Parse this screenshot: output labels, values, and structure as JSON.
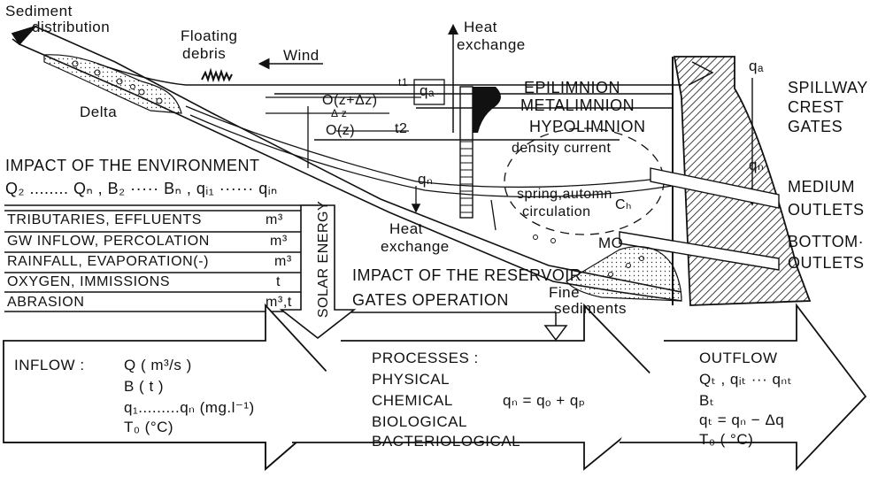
{
  "labels": {
    "sediment_distribution_1": "Sediment",
    "sediment_distribution_2": "distribution",
    "floating_debris_1": "Floating",
    "floating_debris_2": "debris",
    "wind": "Wind",
    "heat_exchange_top_1": "Heat",
    "heat_exchange_top_2": "exchange",
    "delta": "Delta",
    "epilimnion": "EPILIMNION",
    "metalimnion": "METALIMNION",
    "hypolimnion": "HYPOLIMNION",
    "density_current": "density current",
    "spring_circulation_1": "spring,automn",
    "spring_circulation_2": "circulation",
    "ch": "Cₕ",
    "mo": "MO",
    "fine_sediments_1": "Fine",
    "fine_sediments_2": "sediments",
    "heat_exchange_bottom_1": "Heat",
    "heat_exchange_bottom_2": "exchange",
    "t1": "t1",
    "t2": "t2",
    "qa_left": "qₐ",
    "qn_left": "qₙ",
    "oz_dz": "O(z+Δz)",
    "dz": "Δ z",
    "oz": "O(z)",
    "qa_right": "qₐ",
    "qn_right": "qₙ",
    "spillway": [
      "SPILLWAY",
      "CREST",
      "GATES"
    ],
    "medium_outlets": [
      "MEDIUM",
      "OUTLETS"
    ],
    "bottom_outlets": [
      "BOTTOM·",
      "OUTLETS"
    ],
    "solar_energy": "SOLAR ENERGY"
  },
  "environment": {
    "title": "IMPACT OF THE ENVIRONMENT",
    "formula": "Q₂ ........ Qₙ , B₂ ····· Bₙ , qᵢ₁ ······ qᵢₙ",
    "rows": [
      {
        "label": "TRIBUTARIES, EFFLUENTS",
        "unit": "m³"
      },
      {
        "label": "GW INFLOW, PERCOLATION",
        "unit": "m³"
      },
      {
        "label": "RAINFALL, EVAPORATION(-)",
        "unit": "m³"
      },
      {
        "label": "OXYGEN, IMMISSIONS",
        "unit": "t"
      },
      {
        "label": "ABRASION",
        "unit": "m³,t"
      }
    ]
  },
  "reservoir": {
    "title": "IMPACT OF THE RESERVOIR",
    "subtitle": "GATES OPERATION"
  },
  "inflow": {
    "title": "INFLOW :",
    "lines": [
      "Q   ( m³/s )",
      "B   ( t )",
      "q₁.........qₙ  (mg.l⁻¹)",
      "T₀ (°C)"
    ]
  },
  "processes": {
    "title": "PROCESSES :",
    "lines": [
      "PHYSICAL",
      "CHEMICAL",
      "BIOLOGICAL",
      "BACTERIOLOGICAL"
    ],
    "equation": "qₙ = qₒ + qₚ"
  },
  "outflow": {
    "title": "OUTFLOW",
    "lines": [
      "Qₜ   , qᵢₜ ··· qₙₜ",
      "Bₜ",
      "qₜ  =  qₙ − Δq",
      "T₀ ( °C)"
    ]
  }
}
